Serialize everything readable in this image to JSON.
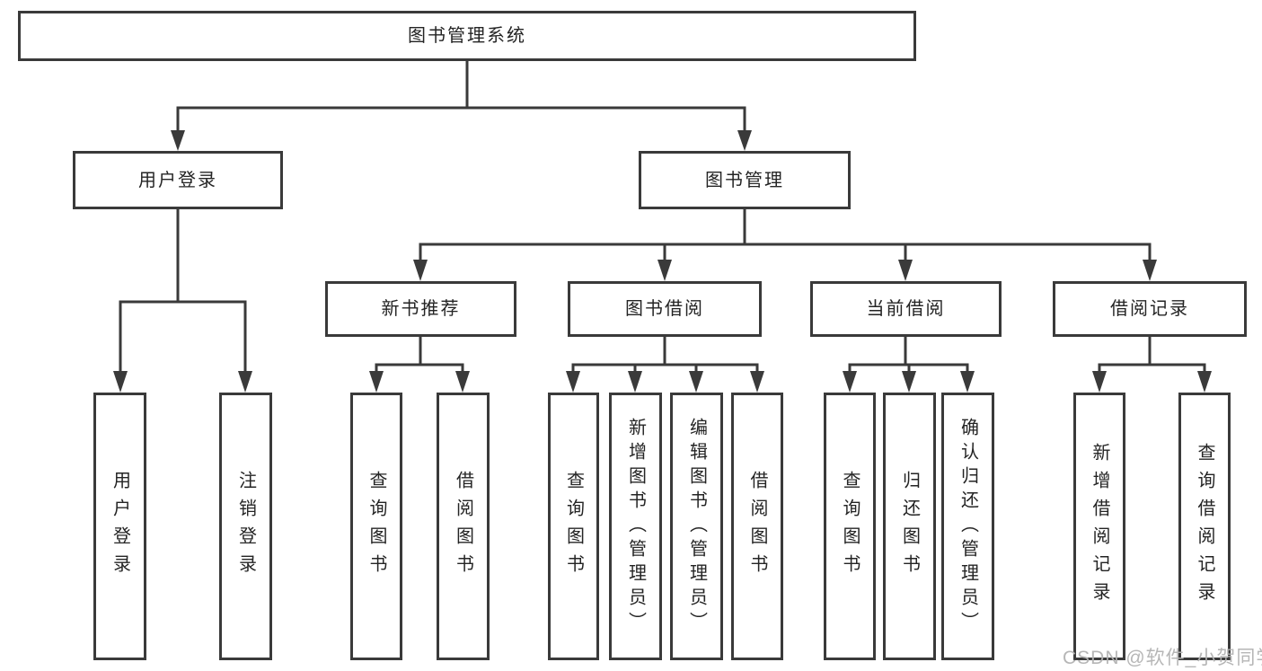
{
  "diagram": {
    "title": "图书管理系统",
    "watermark": "CSDN @软件_小贺同学",
    "colors": {
      "line": "#3a3a3a",
      "box_border": "#3a3a3a",
      "text": "#242424",
      "watermark": "#b2b2b2",
      "background": "#ffffff"
    },
    "tree": {
      "root": {
        "label": "图书管理系统",
        "children": [
          {
            "label": "用户登录",
            "children": [
              {
                "label": "用户登录"
              },
              {
                "label": "注销登录"
              }
            ]
          },
          {
            "label": "图书管理",
            "children": [
              {
                "label": "新书推荐",
                "children": [
                  {
                    "label": "查询图书"
                  },
                  {
                    "label": "借阅图书"
                  }
                ]
              },
              {
                "label": "图书借阅",
                "children": [
                  {
                    "label": "查询图书"
                  },
                  {
                    "label": "新增图书（管理员）"
                  },
                  {
                    "label": "编辑图书（管理员）"
                  },
                  {
                    "label": "借阅图书"
                  }
                ]
              },
              {
                "label": "当前借阅",
                "children": [
                  {
                    "label": "查询图书"
                  },
                  {
                    "label": "归还图书"
                  },
                  {
                    "label": "确认归还（管理员）"
                  }
                ]
              },
              {
                "label": "借阅记录",
                "children": [
                  {
                    "label": "新增借阅记录"
                  },
                  {
                    "label": "查询借阅记录"
                  }
                ]
              }
            ]
          }
        ]
      }
    }
  }
}
